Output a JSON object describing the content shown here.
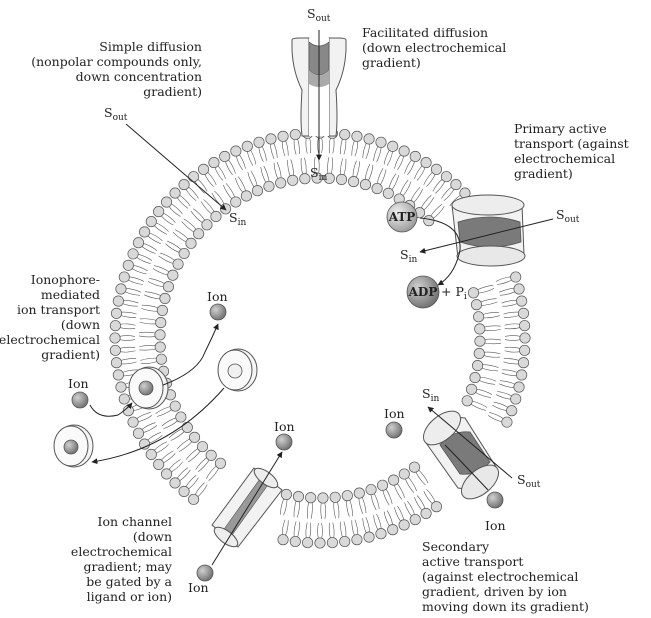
{
  "labels": {
    "simple_diffusion": [
      "Simple diffusion",
      "(nonpolar compounds only,",
      "down concentration",
      "gradient)"
    ],
    "facilitated_diffusion": [
      "Facilitated diffusion",
      "(down electrochemical",
      "gradient)"
    ],
    "primary_active": [
      "Primary active",
      "transport (against",
      "electrochemical",
      "gradient)"
    ],
    "ionophore": [
      "Ionophore-",
      "mediated",
      "ion transport",
      "(down",
      "electrochemical",
      "gradient)"
    ],
    "ion_channel": [
      "Ion channel",
      "(down",
      "electrochemical",
      "gradient; may",
      "be gated by a",
      "ligand or ion)"
    ],
    "secondary_active": [
      "Secondary",
      "active transport",
      "(against electrochemical",
      "gradient, driven by ion",
      "moving down its gradient)"
    ]
  },
  "symbols": {
    "s": "S",
    "out": "out",
    "in": "in",
    "ion": "Ion",
    "atp": "ATP",
    "adp": "ADP",
    "plus_pi": "+ P",
    "pi_sub": "i"
  },
  "colors": {
    "membrane_outline": "#555555",
    "head_fill": "#d9d9d9",
    "protein_light": "#f2f2f2",
    "protein_dark": "#7a7a7a",
    "ion_fill": "#8c8c8c",
    "arrow": "#222222"
  }
}
